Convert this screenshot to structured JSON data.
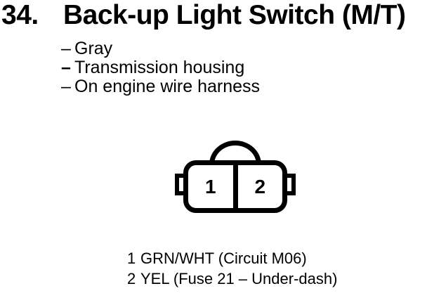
{
  "page": {
    "background_color": "#ffffff",
    "ink_color": "#000000"
  },
  "heading": {
    "number": "34.",
    "title": "Back-up Light Switch (M/T)"
  },
  "attributes": [
    {
      "dash": "–",
      "text": "Gray"
    },
    {
      "dash": "–",
      "text": "Transmission housing"
    },
    {
      "dash": "–",
      "text": "On engine wire harness"
    }
  ],
  "connector": {
    "type": "2-cavity connector, dome lock on top, side tabs",
    "pins": [
      {
        "number": "1"
      },
      {
        "number": "2"
      }
    ]
  },
  "legend": [
    {
      "pin": "1",
      "description": "GRN/WHT (Circuit M06)"
    },
    {
      "pin": "2",
      "description": "YEL (Fuse 21 – Under-dash)"
    }
  ]
}
